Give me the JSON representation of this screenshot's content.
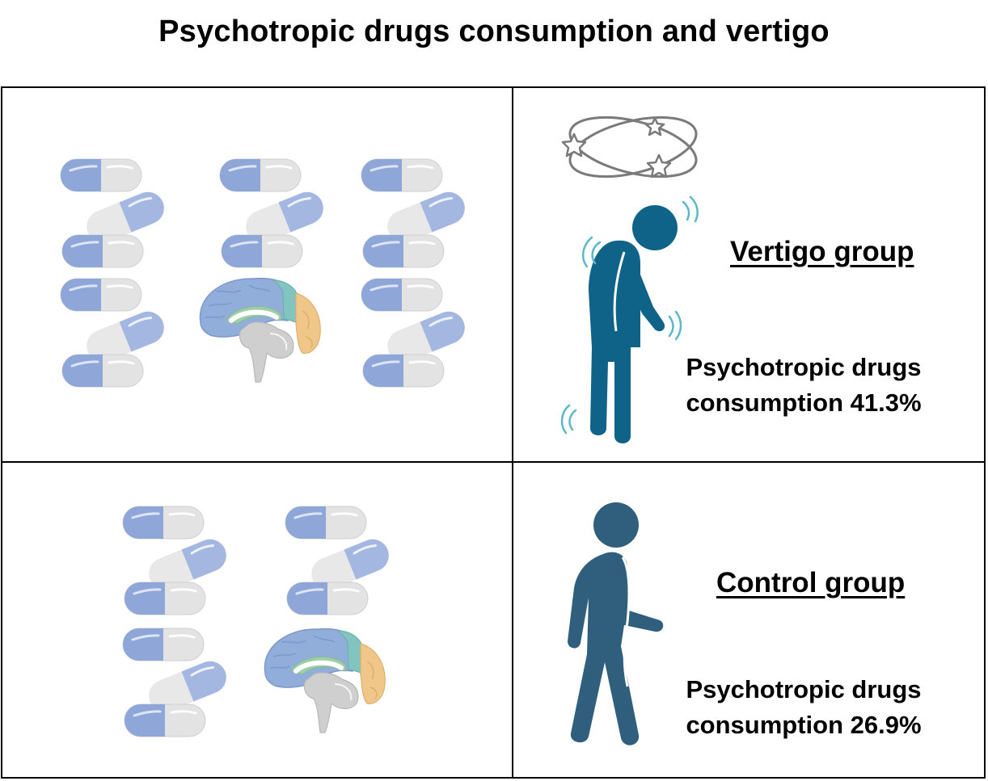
{
  "title": "Psychotropic drugs consumption and vertigo",
  "vertigo": {
    "label": "Vertigo group",
    "stat_line1": "Psychotropic drugs",
    "stat_line2": "consumption 41.3%",
    "figure_color": "#0f6388"
  },
  "control": {
    "label": "Control group",
    "stat_line1": "Psychotropic drugs",
    "stat_line2": "consumption 26.9%",
    "figure_color": "#2f5f7c"
  },
  "colors": {
    "capsule_blue": "#8ea6d8",
    "capsule_grey": "#e3e3e3",
    "brain_blue": "#91aedb",
    "brain_teal": "#82c4c0",
    "brain_orange": "#f0c788",
    "brain_grey": "#cfcfcf"
  }
}
